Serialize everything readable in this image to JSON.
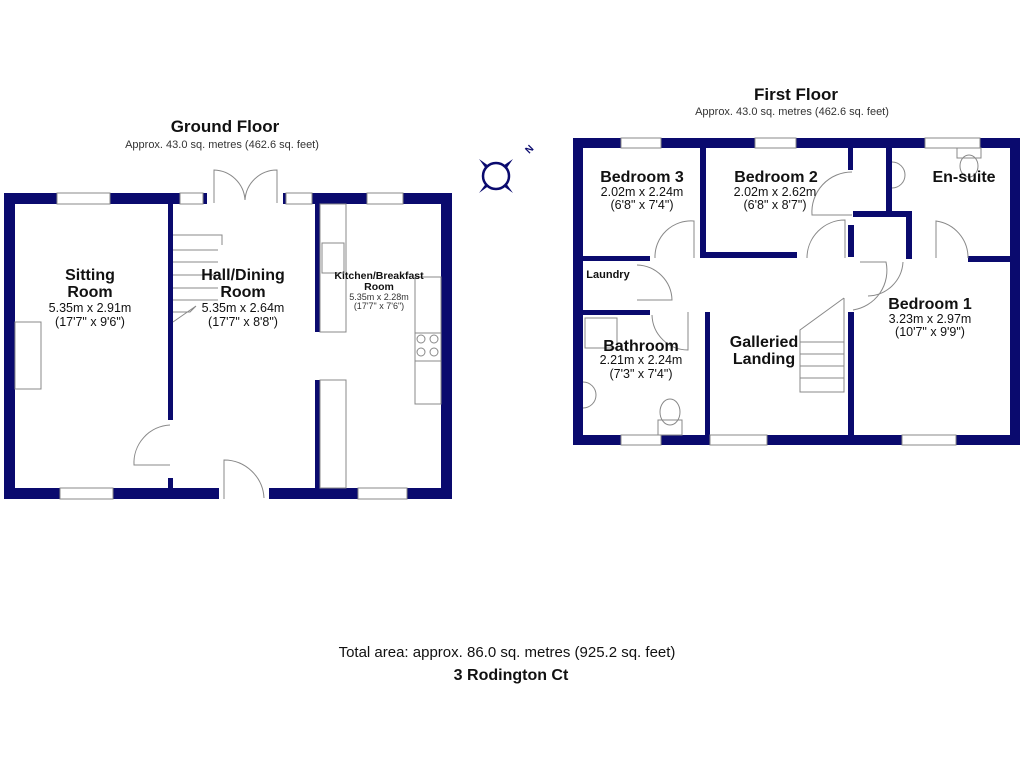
{
  "ground_floor": {
    "title": "Ground Floor",
    "area": "Approx. 43.0 sq. metres (462.6 sq. feet)",
    "rooms": [
      {
        "name_1": "Sitting",
        "name_2": "Room",
        "metric": "5.35m x 2.91m",
        "imperial": "(17'7\" x 9'6\")"
      },
      {
        "name_1": "Hall/Dining",
        "name_2": "Room",
        "metric": "5.35m x 2.64m",
        "imperial": "(17'7\" x 8'8\")"
      },
      {
        "name_1": "Kitchen/Breakfast",
        "name_2": "Room",
        "metric": "5.35m x 2.28m",
        "imperial": "(17'7\" x 7'6\")"
      }
    ]
  },
  "first_floor": {
    "title": "First Floor",
    "area": "Approx. 43.0 sq. metres (462.6 sq. feet)",
    "rooms": [
      {
        "name_1": "Bedroom 3",
        "metric": "2.02m x 2.24m",
        "imperial": "(6'8\" x 7'4\")"
      },
      {
        "name_1": "Bedroom 2",
        "metric": "2.02m x 2.62m",
        "imperial": "(6'8\" x 8'7\")"
      },
      {
        "name_1": "En-suite"
      },
      {
        "name_1": "Laundry"
      },
      {
        "name_1": "Bathroom",
        "metric": "2.21m x 2.24m",
        "imperial": "(7'3\" x 7'4\")"
      },
      {
        "name_1": "Galleried",
        "name_2": "Landing"
      },
      {
        "name_1": "Bedroom 1",
        "metric": "3.23m x 2.97m",
        "imperial": "(10'7\" x 9'9\")"
      }
    ]
  },
  "compass": {
    "label": "N"
  },
  "footer": {
    "total_area": "Total area: approx. 86.0 sq. metres (925.2 sq. feet)",
    "address": "3 Rodington Ct"
  },
  "colors": {
    "wall": "#0a0a6e"
  }
}
